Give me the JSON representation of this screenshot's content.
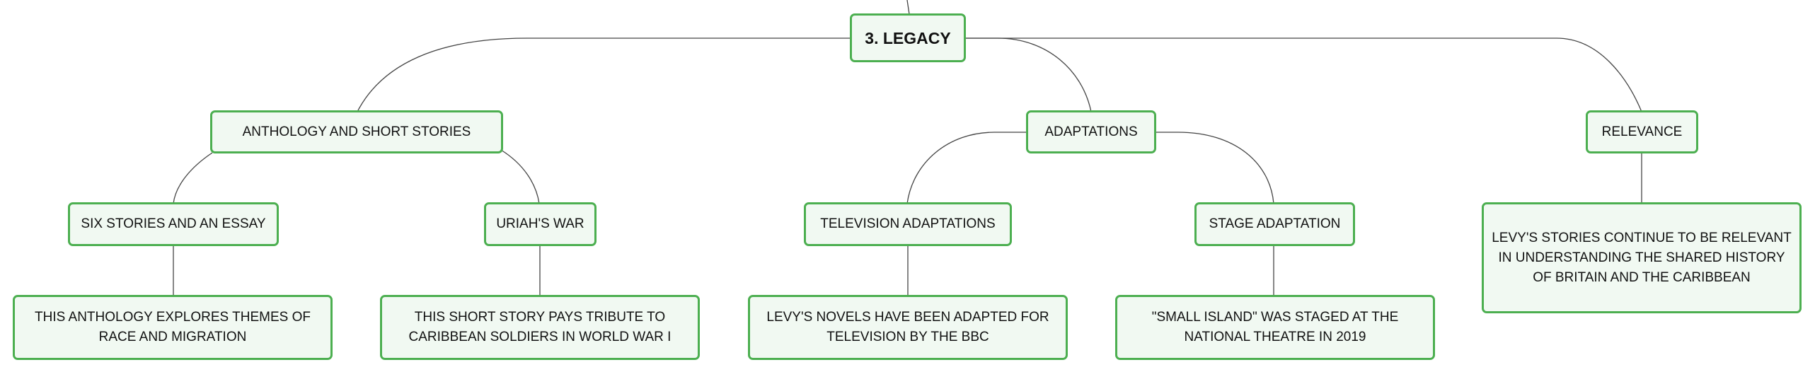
{
  "mindmap": {
    "root": {
      "label": "3. LEGACY"
    },
    "branches": [
      {
        "label": "ANTHOLOGY AND SHORT STORIES",
        "children": [
          {
            "label": "SIX STORIES AND AN ESSAY",
            "detail": "THIS ANTHOLOGY EXPLORES THEMES OF RACE AND MIGRATION"
          },
          {
            "label": "URIAH'S WAR",
            "detail": "THIS SHORT STORY PAYS TRIBUTE TO CARIBBEAN SOLDIERS IN WORLD WAR I"
          }
        ]
      },
      {
        "label": "ADAPTATIONS",
        "children": [
          {
            "label": "TELEVISION ADAPTATIONS",
            "detail": "LEVY'S NOVELS HAVE BEEN ADAPTED FOR TELEVISION BY THE BBC"
          },
          {
            "label": "STAGE ADAPTATION",
            "detail": "\"SMALL ISLAND\" WAS STAGED AT THE NATIONAL THEATRE IN 2019"
          }
        ]
      },
      {
        "label": "RELEVANCE",
        "detail": "LEVY'S STORIES CONTINUE TO BE RELEVANT IN UNDERSTANDING THE SHARED HISTORY OF BRITAIN AND THE CARIBBEAN"
      }
    ]
  },
  "colors": {
    "node_border": "#4caf50",
    "node_fill": "#f1f9f2",
    "connector": "#444444"
  }
}
